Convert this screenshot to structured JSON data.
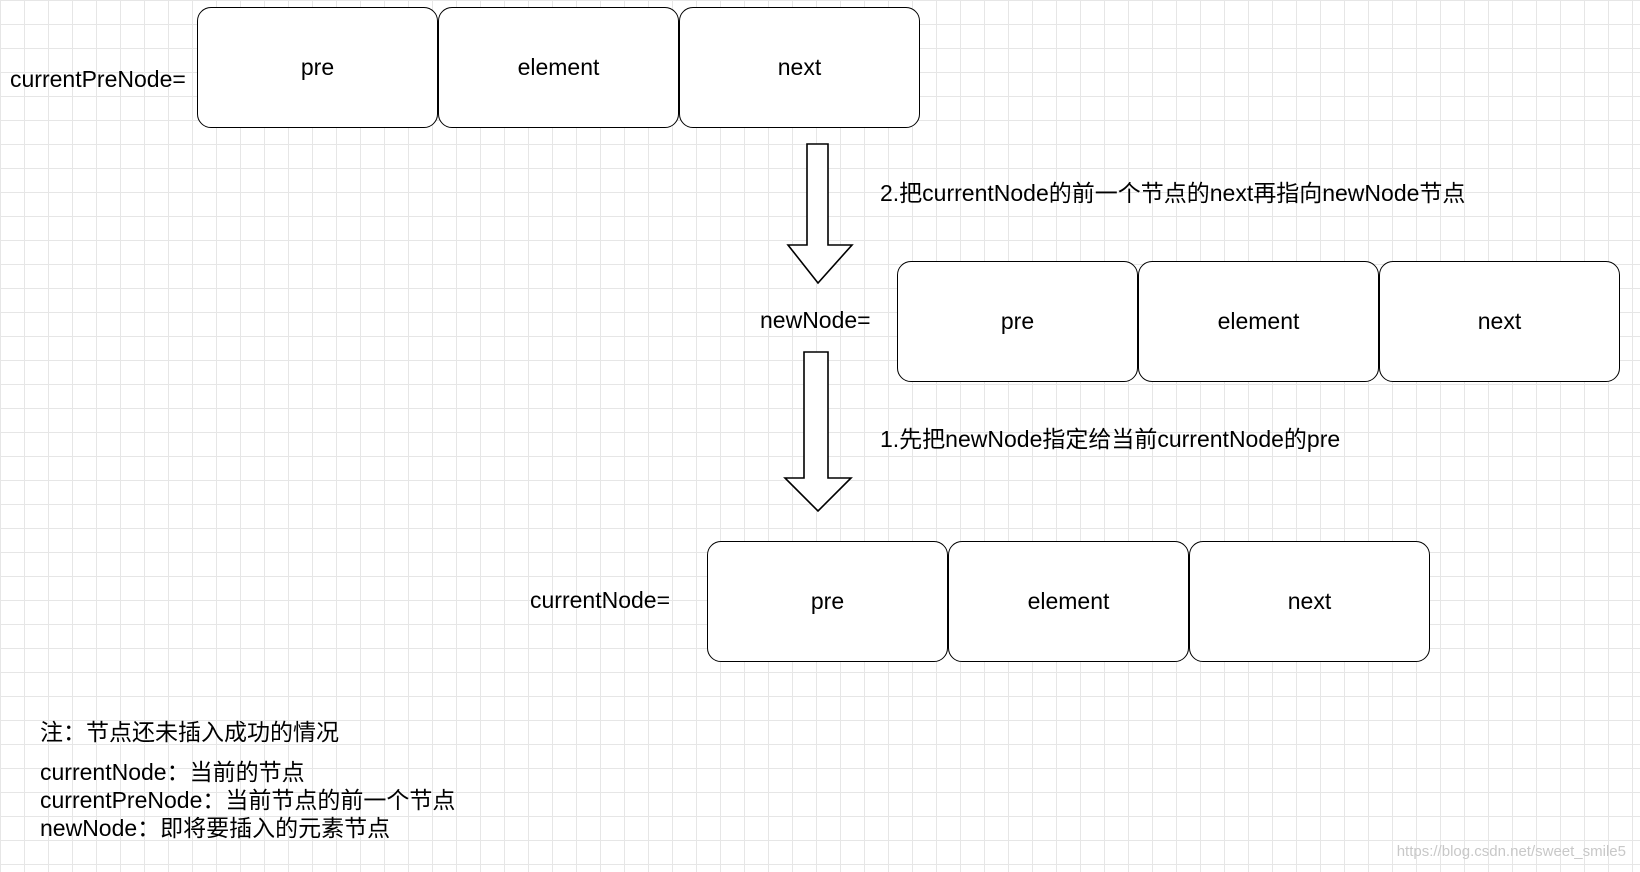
{
  "nodes": {
    "current_pre": {
      "label": "currentPreNode=",
      "fields": [
        "pre",
        "element",
        "next"
      ]
    },
    "new": {
      "label": "newNode=",
      "fields": [
        "pre",
        "element",
        "next"
      ]
    },
    "current": {
      "label": "currentNode=",
      "fields": [
        "pre",
        "element",
        "next"
      ]
    }
  },
  "steps": {
    "step2": "2.把currentNode的前一个节点的next再指向newNode节点",
    "step1": "1.先把newNode指定给当前currentNode的pre"
  },
  "notes": {
    "title": "注：节点还未插入成功的情况",
    "lines": [
      "currentNode：当前的节点",
      "currentPreNode：当前节点的前一个节点",
      "newNode：即将要插入的元素节点"
    ]
  },
  "watermark": "https://blog.csdn.net/sweet_smile5"
}
